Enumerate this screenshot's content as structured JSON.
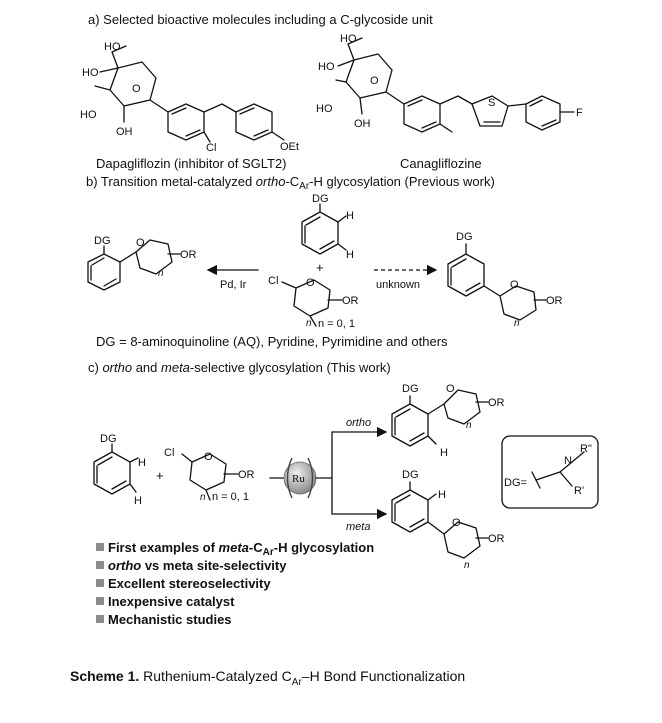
{
  "panel_a": {
    "heading": "a) Selected bioactive molecules including a C-glycoside unit",
    "dapagliflozin": {
      "name": "Dapagliflozin (inhibitor of SGLT2)",
      "labels": {
        "ho_top": "HO",
        "ho_left": "HO",
        "ho_bottom": "HO",
        "oh": "OH",
        "o": "O",
        "cl": "Cl",
        "oet": "OEt"
      }
    },
    "canagliflozin": {
      "name": "Canagliflozine",
      "labels": {
        "ho_top": "HO",
        "ho_left": "HO",
        "ho_bottom": "HO",
        "oh": "OH",
        "o": "O",
        "s": "S",
        "f": "F"
      }
    }
  },
  "panel_b": {
    "heading_prefix": "b) Transition metal-catalyzed ",
    "heading_italic": "ortho",
    "heading_mid": "-C",
    "heading_sub": "Ar",
    "heading_suffix": "-H glycosylation (Previous work)",
    "dg": "DG",
    "h": "H",
    "plus": "+",
    "cl": "Cl",
    "o": "O",
    "or": "OR",
    "n": "n",
    "n_values": "n = 0, 1",
    "left_catalyst": "Pd, Ir",
    "right_label": "unknown",
    "dg_definition": "DG = 8-aminoquinoline (AQ), Pyridine, Pyrimidine and others"
  },
  "panel_c": {
    "heading_italic1": "ortho",
    "heading_mid": " and ",
    "heading_italic2": "meta",
    "heading_suffix": "-selective glycosylation (This work)",
    "dg": "DG",
    "h": "H",
    "plus": "+",
    "cl": "Cl",
    "o": "O",
    "or": "OR",
    "n": "n",
    "n_values": "n = 0, 1",
    "catalyst": "Ru",
    "ortho_label": "ortho",
    "meta_label": "meta",
    "dg_box": {
      "prefix": "DG=",
      "n": "N",
      "r2": "R\"",
      "r1": "R'"
    },
    "bullets": [
      {
        "pre": "First examples of ",
        "it": "meta",
        "mid": "-C",
        "sub": "Ar",
        "post": "-H glycosylation"
      },
      {
        "pre": "",
        "it": "ortho",
        "mid": " vs ",
        "sub": "",
        "post": "meta site-selectivity",
        "it2": true
      },
      {
        "pre": "Excellent stereoselectivity",
        "it": "",
        "mid": "",
        "sub": "",
        "post": ""
      },
      {
        "pre": "Inexpensive catalyst",
        "it": "",
        "mid": "",
        "sub": "",
        "post": ""
      },
      {
        "pre": "Mechanistic studies",
        "it": "",
        "mid": "",
        "sub": "",
        "post": ""
      }
    ]
  },
  "caption": {
    "label": "Scheme 1.",
    "text_pre": " Ruthenium-Catalyzed C",
    "text_sub": "Ar",
    "text_post": "–H Bond Functionalization"
  },
  "colors": {
    "ink": "#111111",
    "ru_sphere": "#a9a9a9",
    "bullet": "#8c8c8c",
    "ortho_meta_label": "#444444"
  }
}
